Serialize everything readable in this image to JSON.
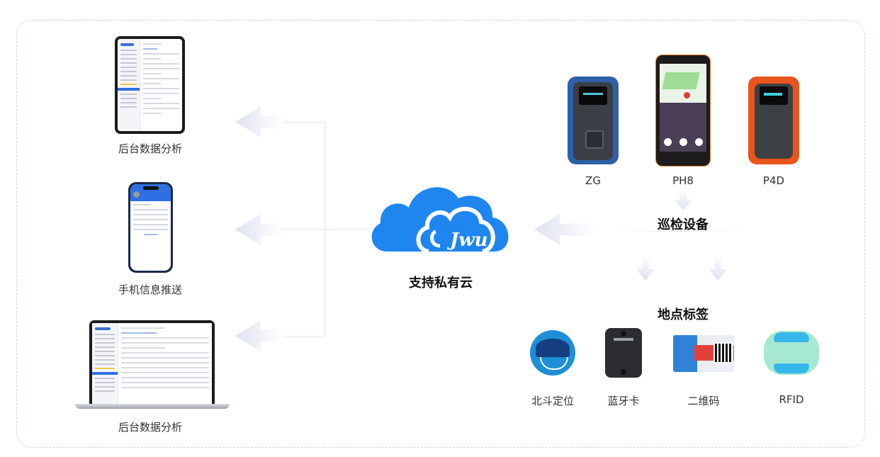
{
  "diagram": {
    "center": {
      "label": "支持私有云",
      "icon": "private-cloud-icon",
      "color": "#1f86f0"
    },
    "outputs": [
      {
        "label": "后台数据分析",
        "device": "tablet"
      },
      {
        "label": "手机信息推送",
        "device": "smartphone"
      },
      {
        "label": "后台数据分析",
        "device": "laptop"
      }
    ],
    "inspection_devices": {
      "title": "巡检设备",
      "items": [
        {
          "label": "ZG",
          "color": "#2f5fa8"
        },
        {
          "label": "PH8",
          "color": "#1c1c1c"
        },
        {
          "label": "P4D",
          "color": "#e8551e"
        }
      ]
    },
    "location_tags": {
      "title": "地点标签",
      "items": [
        {
          "label": "北斗定位"
        },
        {
          "label": "蓝牙卡"
        },
        {
          "label": "二维码"
        },
        {
          "label": "RFID"
        }
      ]
    },
    "colors": {
      "arrow": "#e3e6f2",
      "frame_border": "#c9d3ea"
    }
  }
}
